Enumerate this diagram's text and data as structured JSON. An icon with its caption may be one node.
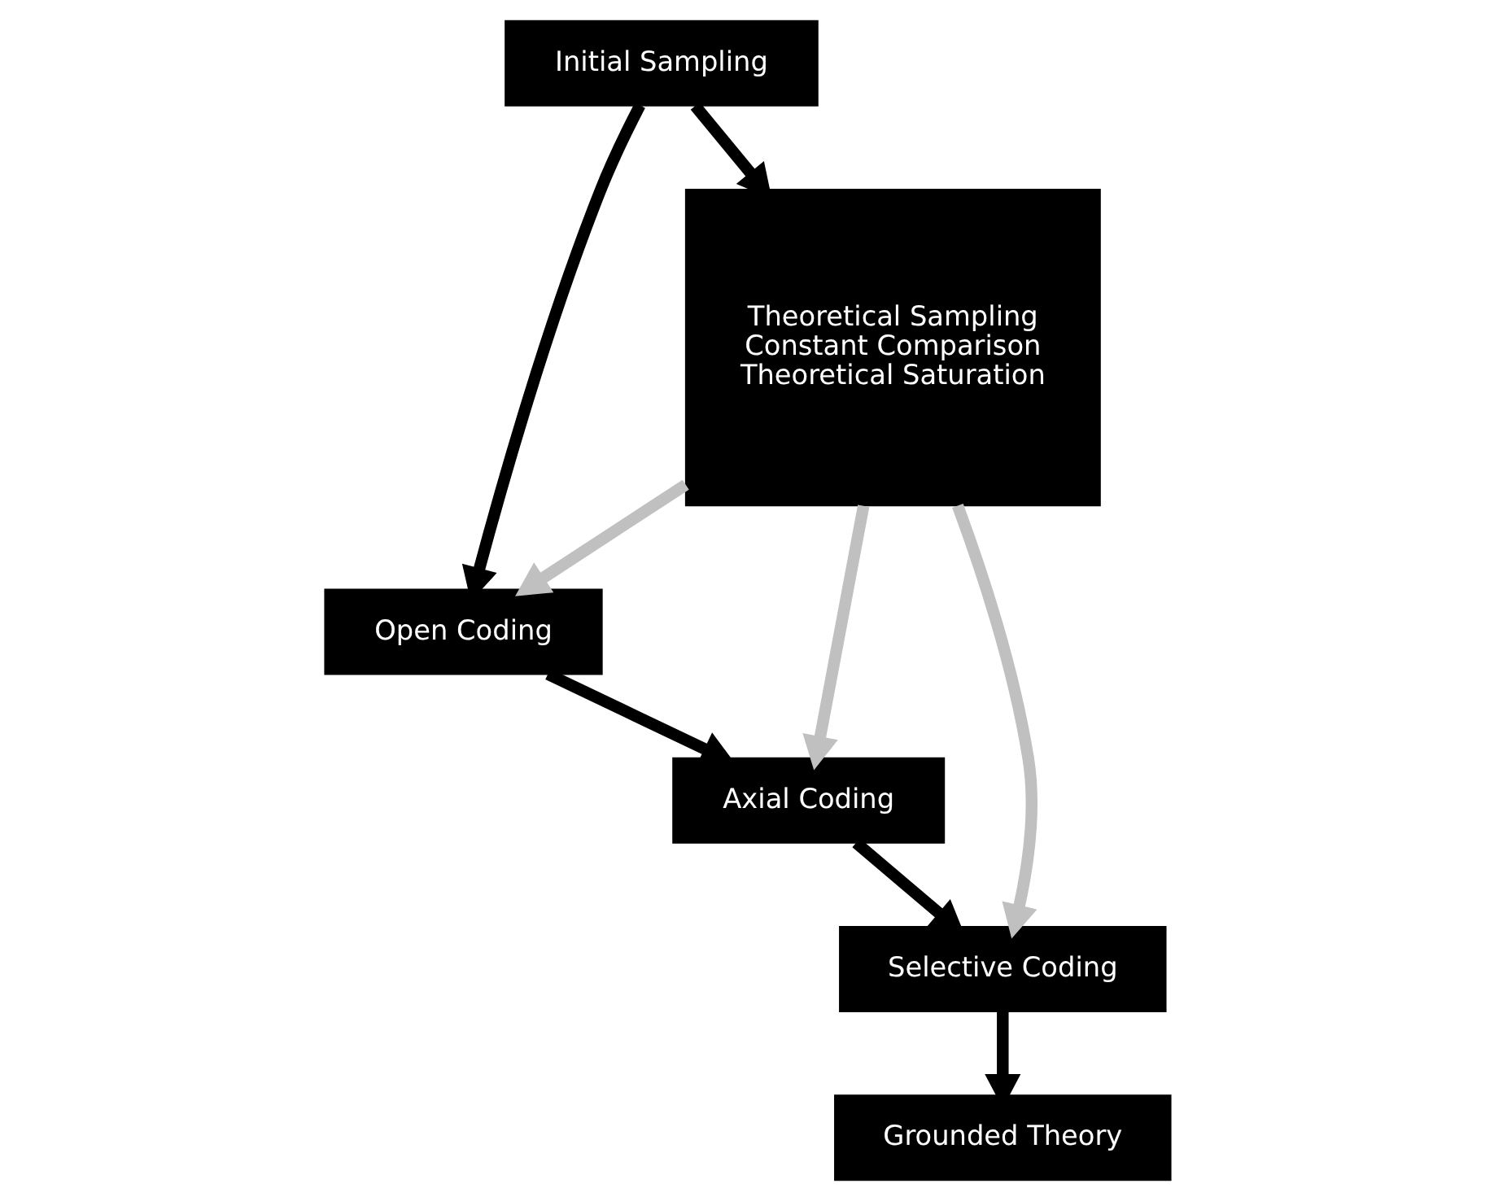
{
  "diagram": {
    "nodes": [
      {
        "text": [
          "Initial Sampling"
        ]
      },
      {
        "text": [
          "Theoretical Sampling",
          "Constant Comparison",
          "Theoretical Saturation"
        ]
      },
      {
        "text": [
          "Open Coding"
        ]
      },
      {
        "text": [
          "Axial Coding"
        ]
      },
      {
        "text": [
          "Selective Coding"
        ]
      },
      {
        "text": [
          "Grounded Theory"
        ]
      }
    ],
    "edges": [
      {
        "from": 0,
        "to": 1,
        "arrow": "to"
      },
      {
        "from": 0,
        "to": 2,
        "arrow": "to"
      },
      {
        "from": 1,
        "to": 2,
        "arrow": "to",
        "color": "#c0c0c0"
      },
      {
        "from": 1,
        "to": 3,
        "arrow": "to",
        "color": "#c0c0c0"
      },
      {
        "from": 1,
        "to": 4,
        "arrow": "to",
        "color": "#c0c0c0"
      },
      {
        "from": 2,
        "to": 3,
        "arrow": "to"
      },
      {
        "from": 3,
        "to": 4,
        "arrow": "to"
      },
      {
        "from": 4,
        "to": 5,
        "arrow": "to"
      }
    ]
  }
}
